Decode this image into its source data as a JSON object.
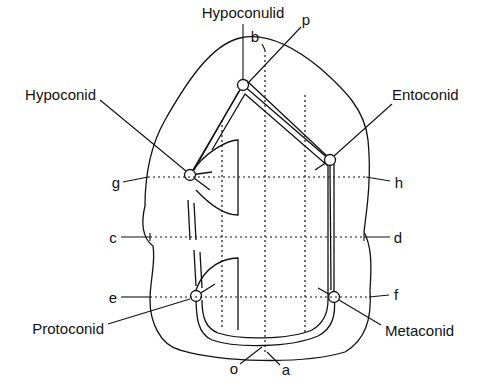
{
  "diagram": {
    "labels": [
      "Hypoconulid",
      "p",
      "b",
      "Hypoconid",
      "Entoconid",
      "g",
      "h",
      "c",
      "d",
      "e",
      "f",
      "Protoconid",
      "Metaconid",
      "o",
      "a"
    ]
  }
}
